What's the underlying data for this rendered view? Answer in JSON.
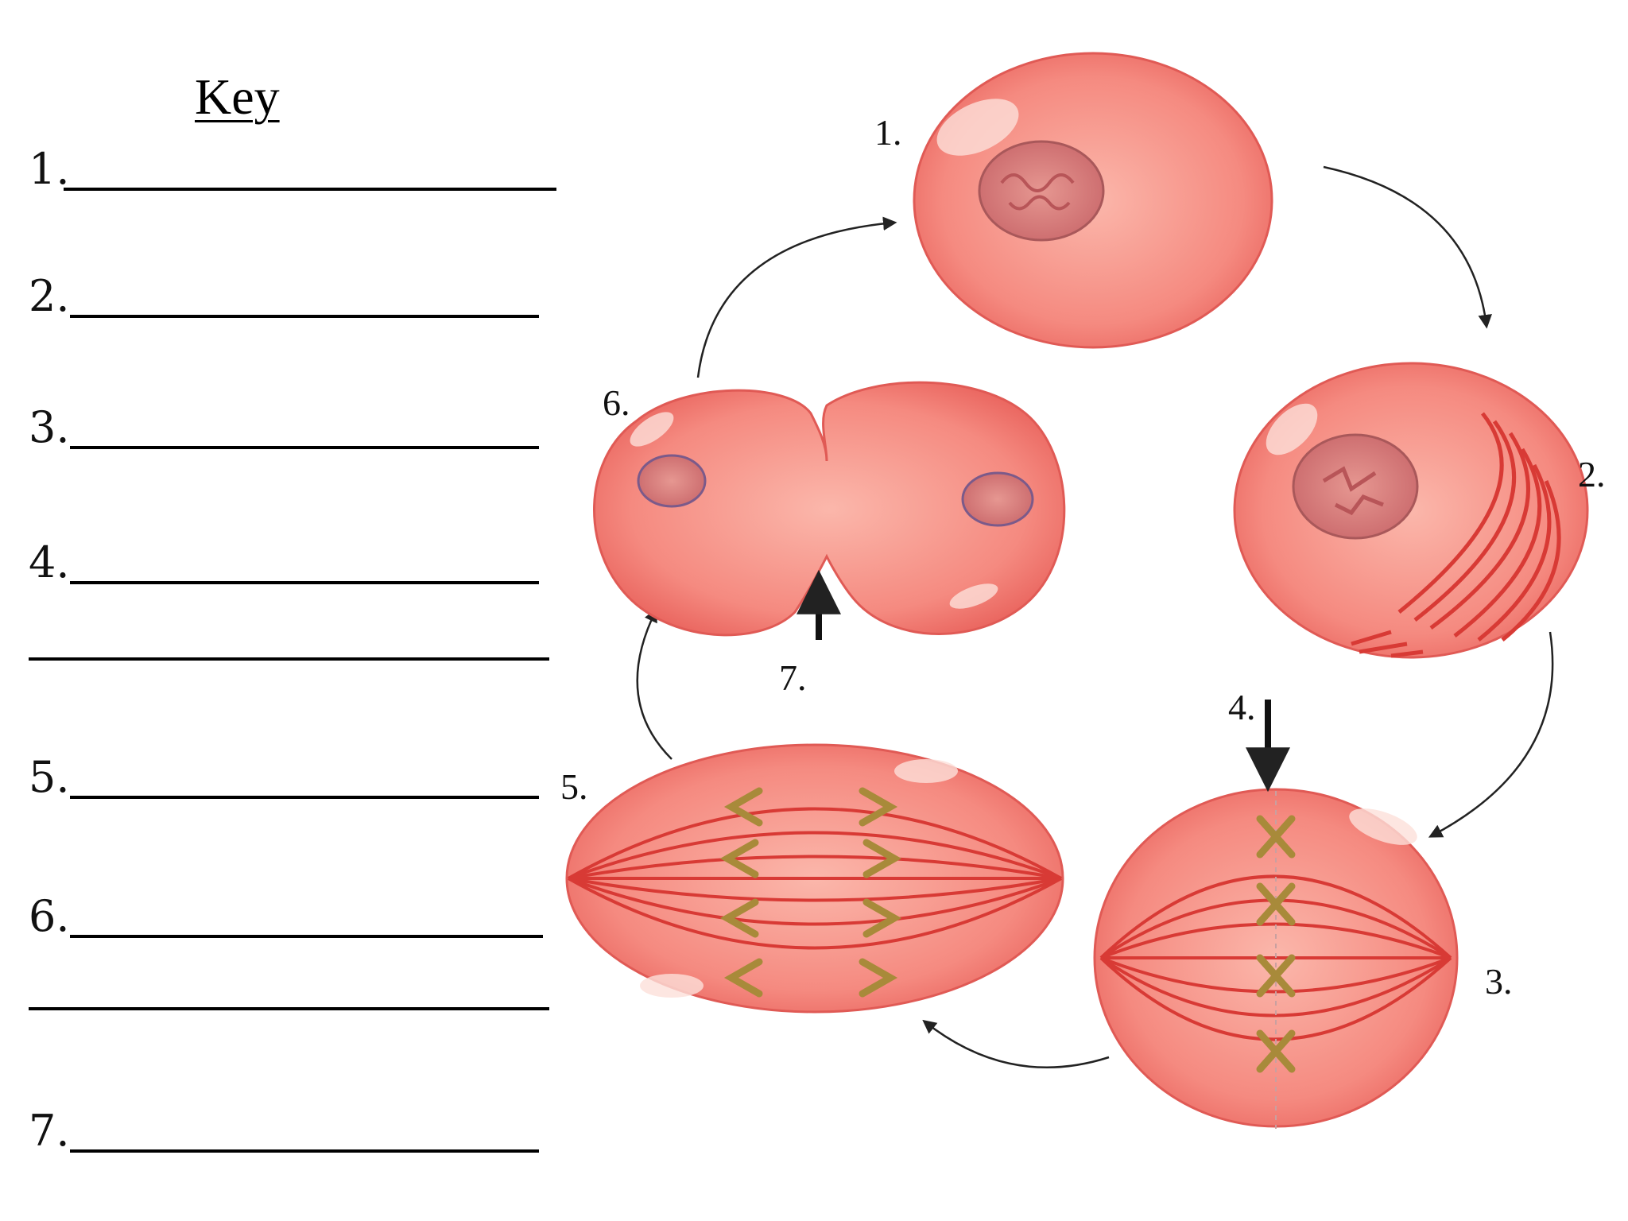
{
  "key": {
    "title": "Key",
    "entries": [
      {
        "label": "1."
      },
      {
        "label": "2."
      },
      {
        "label": "3."
      },
      {
        "label": "4."
      },
      {
        "label": "5."
      },
      {
        "label": "6."
      },
      {
        "label": "7."
      }
    ]
  },
  "diagram": {
    "labels": {
      "stage1": "1.",
      "stage2": "2.",
      "stage3": "3.",
      "stage4": "4.",
      "stage5": "5.",
      "stage6": "6.",
      "stage7": "7."
    }
  },
  "colors": {
    "cell": "#f07770",
    "cell_light": "#fbb7ab",
    "cell_edge": "#e05a55",
    "nucleus": "#d07072",
    "spindle": "#d83a35",
    "chromosome": "#a88a3a",
    "arrow": "#222222"
  }
}
